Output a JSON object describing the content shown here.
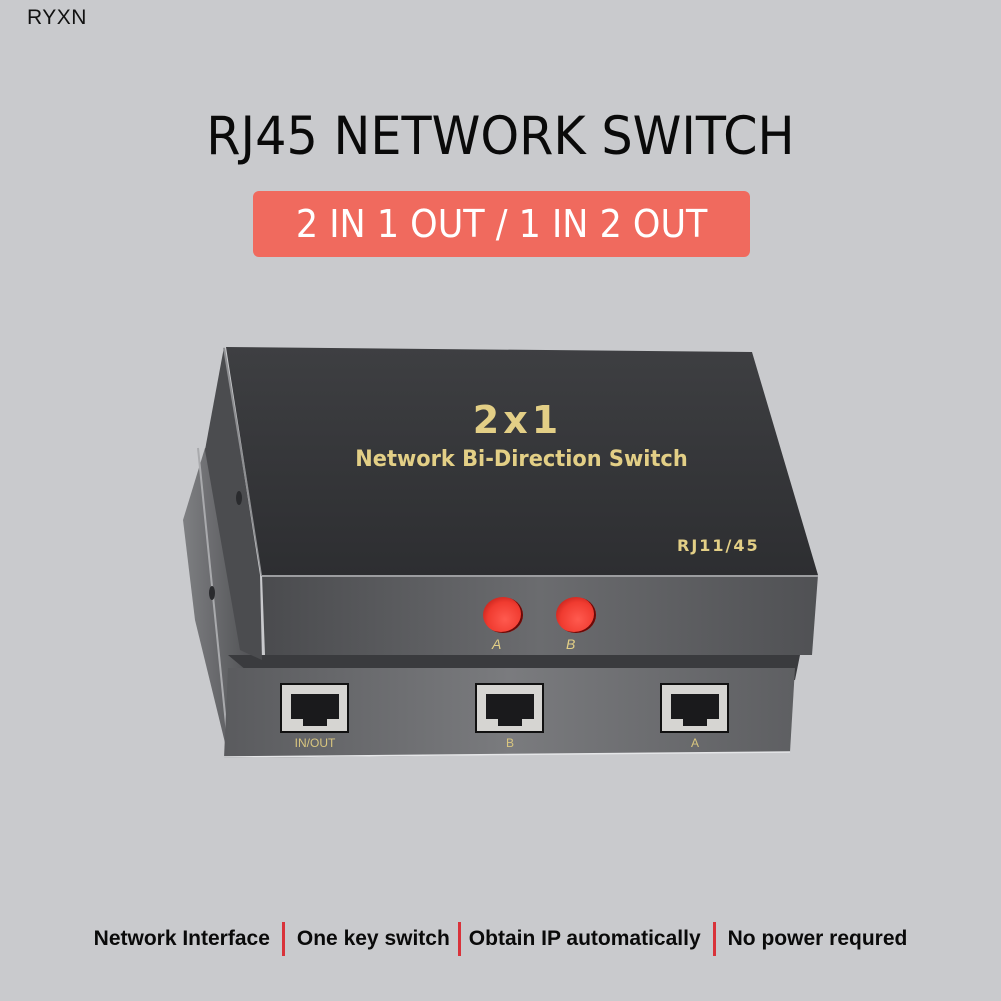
{
  "brand": "RYXN",
  "title": "RJ45 NETWORK SWITCH",
  "banner": {
    "text": "2 IN 1 OUT / 1 IN 2 OUT",
    "color": "#f06a5e"
  },
  "device": {
    "model_print": "2x1",
    "name_print": "Network Bi-Direction Switch",
    "connector_print": "RJ11/45",
    "buttons": [
      {
        "label": "A",
        "color": "#f03b30"
      },
      {
        "label": "B",
        "color": "#f03b30"
      }
    ],
    "ports": [
      {
        "label": "IN/OUT"
      },
      {
        "label": "B"
      },
      {
        "label": "A"
      }
    ],
    "print_color": "#e3cf86"
  },
  "features": [
    "Network Interface",
    "One key switch",
    "Obtain IP automatically",
    "No power requred"
  ],
  "separator_color": "#d9323a",
  "background": "#c9cacd"
}
